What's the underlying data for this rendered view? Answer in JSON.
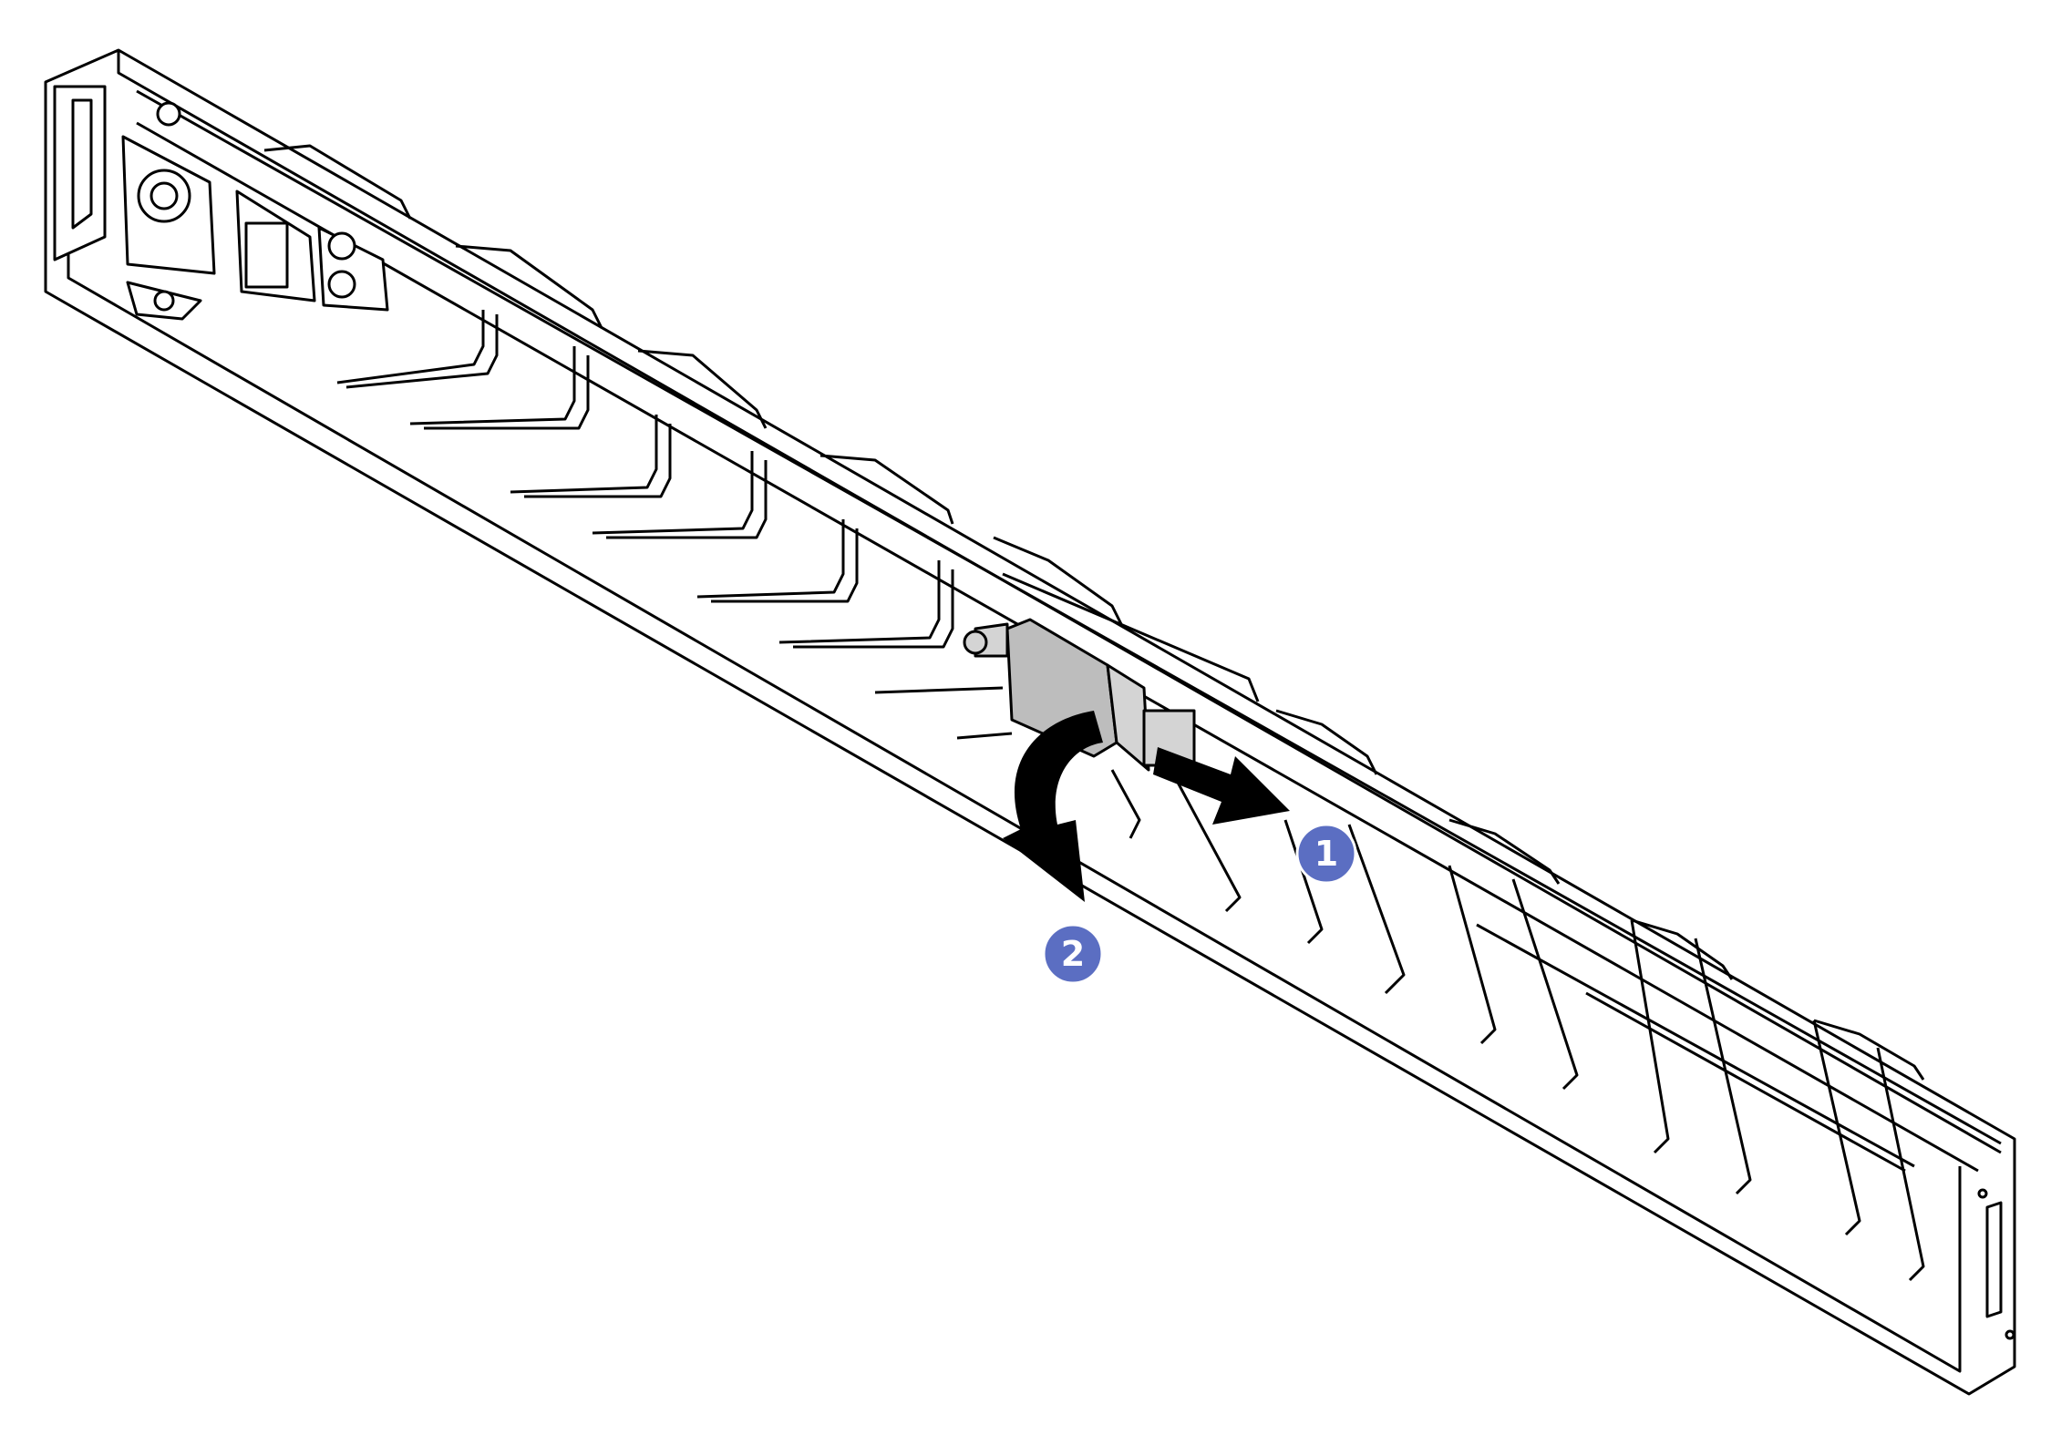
{
  "diagram": {
    "subject": "bezel-latch-removal",
    "colors": {
      "line": "#000000",
      "fill": "#ffffff",
      "latch_fill": "#bdbdbd",
      "callout_fill": "#5b6ec2",
      "callout_text": "#ffffff"
    },
    "callouts": [
      {
        "id": "step-1",
        "label": "1",
        "icon": "slide-arrow"
      },
      {
        "id": "step-2",
        "label": "2",
        "icon": "rotate-arrow"
      }
    ]
  }
}
